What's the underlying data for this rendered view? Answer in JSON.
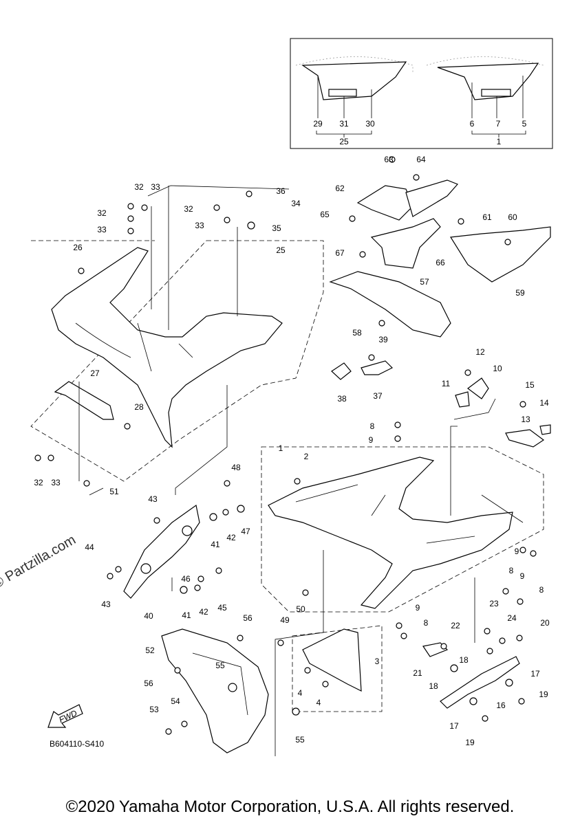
{
  "diagram": {
    "code": "B604110-S410",
    "fwd_label": "FWD",
    "watermark": "© Partzilla.com",
    "copyright": "©2020 Yamaha Motor Corporation, U.S.A. All rights reserved.",
    "inset_labels": [
      "29",
      "31",
      "30",
      "25",
      "6",
      "7",
      "5",
      "1"
    ],
    "part_labels": [
      "32",
      "33",
      "32",
      "33",
      "36",
      "34",
      "32",
      "33",
      "35",
      "26",
      "25",
      "27",
      "28",
      "32",
      "33",
      "51",
      "63",
      "64",
      "62",
      "65",
      "61",
      "60",
      "67",
      "66",
      "59",
      "57",
      "58",
      "39",
      "38",
      "37",
      "12",
      "10",
      "11",
      "15",
      "14",
      "13",
      "8",
      "9",
      "1",
      "2",
      "48",
      "47",
      "43",
      "42",
      "41",
      "44",
      "46",
      "42",
      "45",
      "41",
      "43",
      "40",
      "9",
      "8",
      "9",
      "8",
      "9",
      "8",
      "50",
      "49",
      "3",
      "4",
      "4",
      "56",
      "52",
      "55",
      "56",
      "53",
      "54",
      "55",
      "22",
      "23",
      "24",
      "20",
      "21",
      "18",
      "18",
      "17",
      "16",
      "19",
      "17",
      "19"
    ]
  }
}
